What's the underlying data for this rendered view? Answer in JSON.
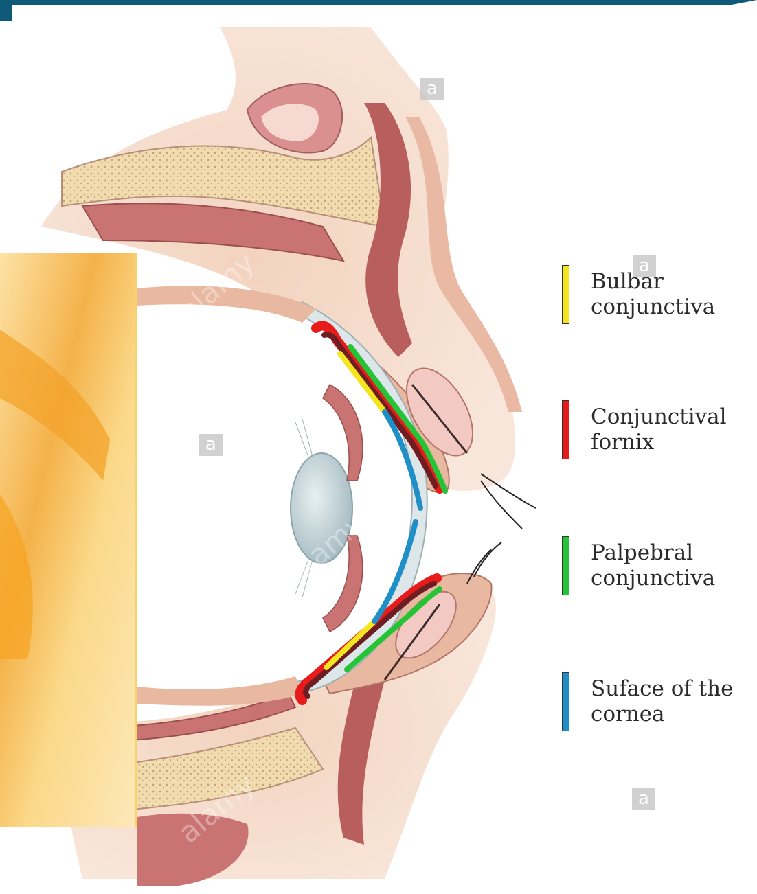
{
  "legend": {
    "items": [
      {
        "label": [
          "Bulbar",
          "conjunctiva"
        ],
        "color": "#f5e51f"
      },
      {
        "label": [
          "Conjunctival",
          "fornix"
        ],
        "color": "#e81b1b"
      },
      {
        "label": [
          "Palpebral",
          "conjunctiva"
        ],
        "color": "#25c437"
      },
      {
        "label": [
          "Suface of the",
          "cornea"
        ],
        "color": "#1f8fc7"
      }
    ]
  },
  "watermark": {
    "badge": "a",
    "text": "alamy"
  },
  "colors": {
    "top_bar": "#0e5a78",
    "skin": "#f3d7c2",
    "muscle": "#c96f6e",
    "fat": "#f1dcb0",
    "sclera": "#e6eef0",
    "lens": "#bfd3d8",
    "overlay_patch": "#fbd98a"
  }
}
